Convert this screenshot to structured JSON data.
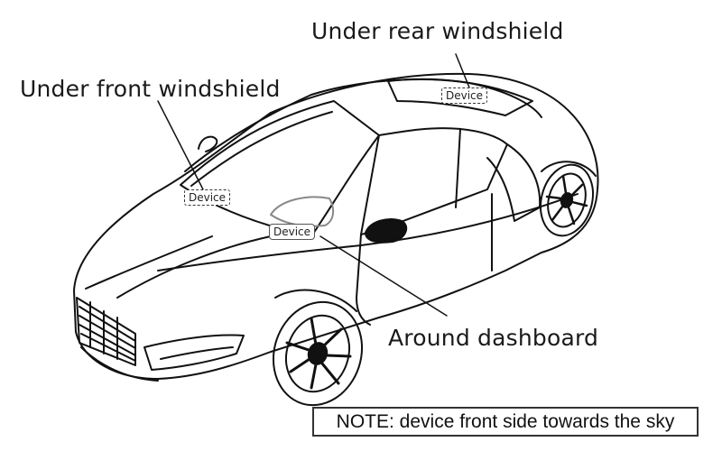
{
  "labels": {
    "rear_windshield": "Under rear windshield",
    "front_windshield": "Under front windshield",
    "dashboard": "Around dashboard"
  },
  "device_tags": {
    "rear": "Device",
    "front": "Device",
    "dashboard": "Device"
  },
  "note": "NOTE: device front side towards the sky"
}
